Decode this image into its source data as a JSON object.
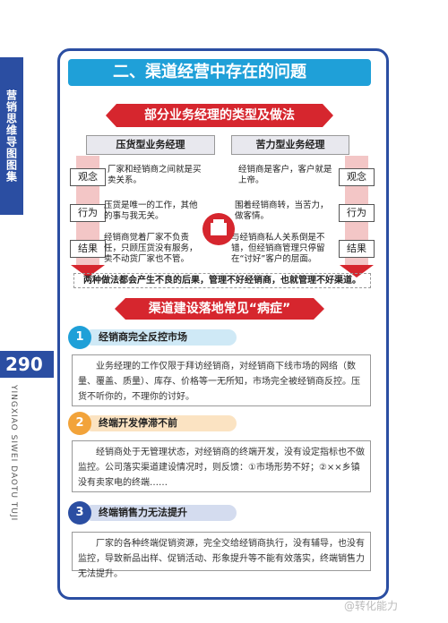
{
  "sidebar": {
    "book_title": "营销思维导图图集",
    "page_number": "290",
    "pinyin": "YINGXIAO SIWEI DAOTU TUJI"
  },
  "main_title": "二、渠道经营中存在的问题",
  "section1": {
    "title": "部分业务经理的类型及做法",
    "left_type": "压货型业务经理",
    "right_type": "苦力型业务经理",
    "rows": [
      {
        "label": "观念",
        "left": "厂家和经销商之间就是买卖关系。",
        "right": "经销商是客户，客户就是上帝。"
      },
      {
        "label": "行为",
        "left": "压货是唯一的工作，其他的事与我无关。",
        "right": "围着经销商转，当苦力，做客情。"
      },
      {
        "label": "结果",
        "left": "经销商觉着厂家不负责任，只顾压货没有服务，卖不动货厂家也不管。",
        "right": "与经销商私人关系倒是不错，但经销商管理只停留在“讨好”客户的层面。"
      }
    ],
    "conclusion": "两种做法都会产生不良的后果，管理不好经销商，也就管理不好渠道。"
  },
  "section2": {
    "title": "渠道建设落地常见“病症”",
    "issues": [
      {
        "num": "1",
        "title": "经销商完全反控市场",
        "color": "#1fa0d8",
        "text": "业务经理的工作仅限于拜访经销商，对经销商下线市场的网络（数量、覆盖、质量）、库存、价格等一无所知，市场完全被经销商反控。压货不听你的，不理你的讨好。"
      },
      {
        "num": "2",
        "title": "终端开发停滞不前",
        "color": "#f2a33a",
        "text": "经销商处于无管理状态，对经销商的终端开发，没有设定指标也不做监控。公司落实渠道建设情况时，则反馈：①市场形势不好；②××乡镇没有卖家电的终端……"
      },
      {
        "num": "3",
        "title": "终端销售力无法提升",
        "color": "#2b4ea2",
        "text": "厂家的各种终端促销资源，完全交给经销商执行，没有辅导，也没有监控，导致新品出样、促销活动、形象提升等不能有效落实，终端销售力无法提升。"
      }
    ]
  },
  "watermark": "@转化能力"
}
